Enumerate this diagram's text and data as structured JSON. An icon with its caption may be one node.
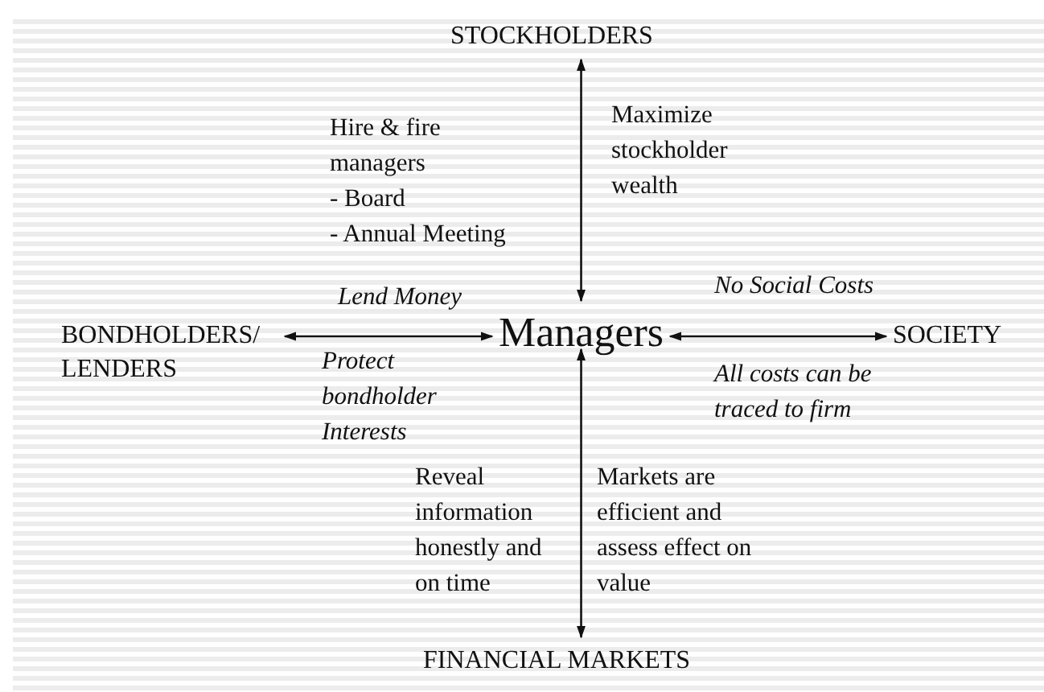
{
  "diagram": {
    "nodes": [
      {
        "text": [
          "Managers"
        ]
      },
      {
        "text": [
          "STOCKHOLDERS"
        ]
      },
      {
        "text": [
          "BONDHOLDERS/ LENDERS"
        ]
      },
      {
        "text": [
          "SOCIETY"
        ]
      },
      {
        "text": [
          "FINANCIAL MARKETS"
        ]
      }
    ],
    "edges": [
      {
        "from": 0,
        "to": 1,
        "arrow": "both"
      },
      {
        "from": 0,
        "to": 2,
        "arrow": "both"
      },
      {
        "from": 0,
        "to": 3,
        "arrow": "both"
      },
      {
        "from": 0,
        "to": 4,
        "arrow": "both"
      }
    ],
    "labels": [
      "Hire & fire managers",
      "- Board",
      "- Annual Meeting",
      "Maximize stockholder wealth",
      "Lend Money",
      "No Social Costs",
      "Protect bondholder Interests",
      "All costs can be traced to firm",
      "Reveal information honestly and on time",
      "Markets are efficient and assess effect on value"
    ]
  }
}
